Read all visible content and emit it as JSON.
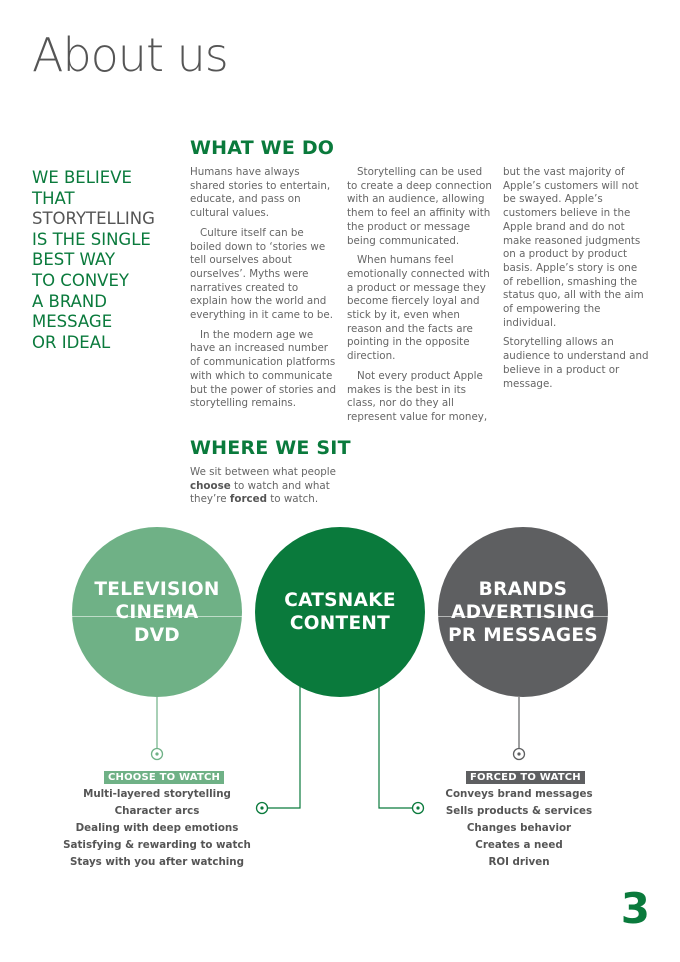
{
  "page_title": "About us",
  "belief_lines": [
    {
      "text": "WE BELIEVE",
      "grey": false
    },
    {
      "text": "THAT",
      "grey": false
    },
    {
      "text": "STORYTELLING",
      "grey": true
    },
    {
      "text": "IS THE SINGLE",
      "grey": false
    },
    {
      "text": "BEST WAY",
      "grey": false
    },
    {
      "text": "TO CONVEY",
      "grey": false
    },
    {
      "text": "A BRAND",
      "grey": false
    },
    {
      "text": "MESSAGE",
      "grey": false
    },
    {
      "text": "OR IDEAL",
      "grey": false
    }
  ],
  "what_we_do": {
    "heading": "WHAT WE DO",
    "col1": [
      "Humans have always shared stories to entertain, educate, and pass on cultural values.",
      "Culture itself can be boiled down to ‘stories we tell ourselves about ourselves’. Myths were narratives created to explain how the world and everything in it came to be.",
      "In the modern age we have an increased number of communication platforms with which to communicate but the power of stories and storytelling remains."
    ],
    "col2": [
      "Storytelling can be used to create a deep connection with an audience, allowing them to feel an affinity with the product or message being communicated.",
      "When humans feel emotionally connected with a product or message they become fiercely loyal and stick by it, even when reason and the facts are pointing in the opposite direction.",
      "Not every product Apple makes is the best in its class, nor do they all represent value for money,"
    ],
    "col3": [
      "but the vast majority of Apple’s customers will not be swayed. Apple’s customers believe in the Apple brand and do not make reasoned judgments on a product by product basis. Apple’s story is one of rebellion, smashing the status quo, all with the aim of empowering the individual.",
      "Storytelling allows an audience to understand and believe in a product or message."
    ]
  },
  "where_we_sit": {
    "heading": "WHERE WE SIT",
    "text_before_choose": "We sit between what people ",
    "choose_word": "choose",
    "text_middle": " to watch and what they’re ",
    "forced_word": "forced",
    "text_after": " to watch."
  },
  "circles": {
    "left": {
      "lines": [
        "TELEVISION",
        "CINEMA",
        "DVD"
      ],
      "color": "#6fb186"
    },
    "center": {
      "lines": [
        "CATSNAKE",
        "CONTENT"
      ],
      "color": "#0a7a3c"
    },
    "right": {
      "lines": [
        "BRANDS",
        "ADVERTISING",
        "PR MESSAGES"
      ],
      "color": "#5e5f61"
    }
  },
  "choose_to_watch": {
    "label": "CHOOSE TO WATCH",
    "items": [
      "Multi-layered storytelling",
      "Character arcs",
      "Dealing with deep emotions",
      "Satisfying & rewarding to watch",
      "Stays with you after watching"
    ]
  },
  "forced_to_watch": {
    "label": "FORCED TO WATCH",
    "items": [
      "Conveys brand messages",
      "Sells products & services",
      "Changes behavior",
      "Creates a need",
      "ROI driven"
    ]
  },
  "page_number": "3",
  "colors": {
    "green": "#0a7a3c",
    "light_green": "#6fb186",
    "grey": "#5e5f61"
  }
}
